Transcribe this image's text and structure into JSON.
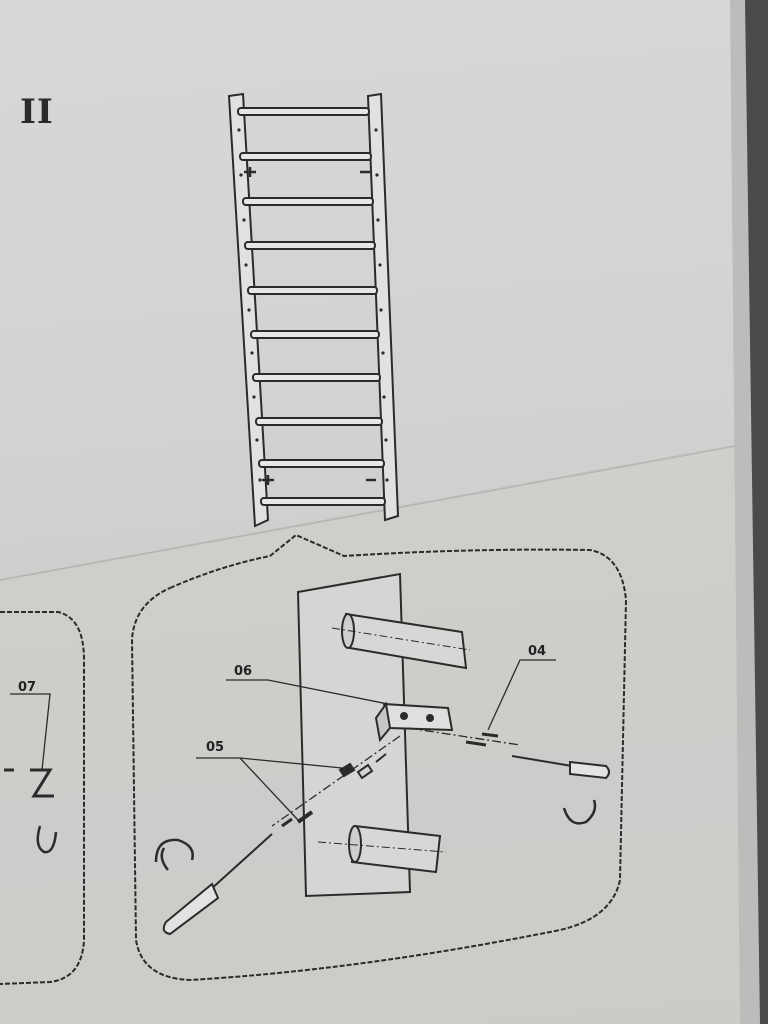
{
  "section": {
    "label": "II"
  },
  "callouts": {
    "left_part": "07",
    "bracket": "06",
    "bolts": "05",
    "screw": "04"
  },
  "colors": {
    "paper": "#d5d4d2",
    "ink": "#2b2b2b",
    "background": "#3a3a3a"
  }
}
